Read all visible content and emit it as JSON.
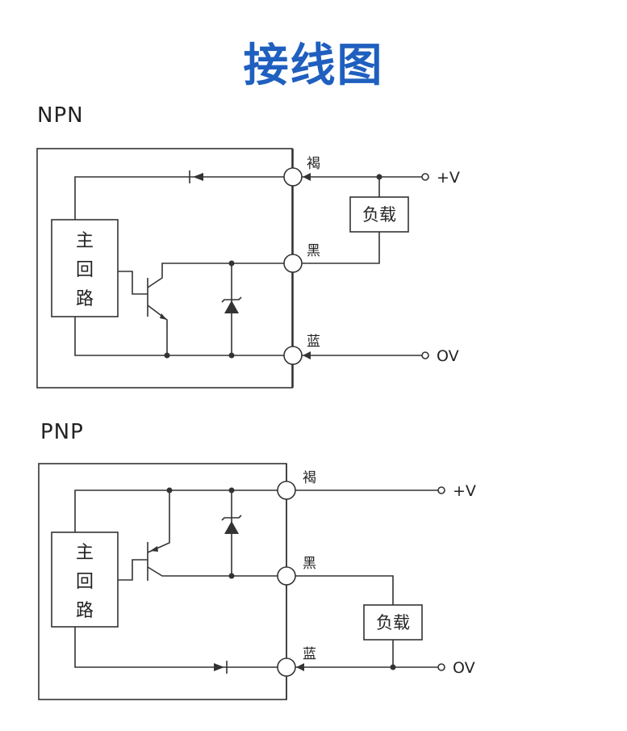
{
  "title": "接线图",
  "npn": {
    "label": "NPN",
    "main_circuit": [
      "主",
      "回",
      "路"
    ],
    "wire_brown": "褐",
    "wire_black": "黑",
    "wire_blue": "蓝",
    "terminal_plus": "+V",
    "terminal_zero": "OV",
    "load": "负载"
  },
  "pnp": {
    "label": "PNP",
    "main_circuit": [
      "主",
      "回",
      "路"
    ],
    "wire_brown": "褐",
    "wire_black": "黑",
    "wire_blue": "蓝",
    "terminal_plus": "+V",
    "terminal_zero": "OV",
    "load": "负载"
  },
  "colors": {
    "title": "#1f5fbf",
    "line": "#333333"
  }
}
